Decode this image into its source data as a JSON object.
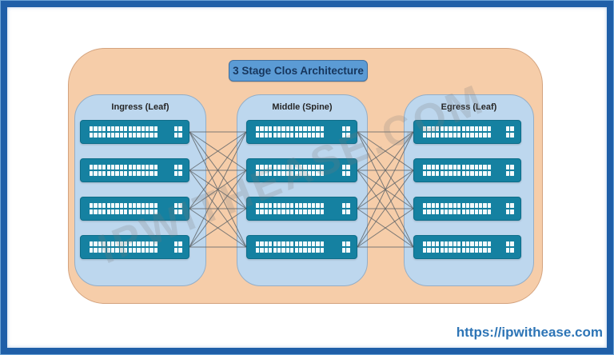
{
  "title": "3 Stage Clos Architecture",
  "watermark": "IPWITHEASE.COM",
  "footer": {
    "url": "https://ipwithease.com"
  },
  "columns": [
    {
      "id": "ingress",
      "label": "Ingress (Leaf)",
      "devices": 4,
      "device_icon": "network-switch-icon"
    },
    {
      "id": "middle",
      "label": "Middle (Spine)",
      "devices": 4,
      "device_icon": "network-switch-icon"
    },
    {
      "id": "egress",
      "label": "Egress (Leaf)",
      "devices": 4,
      "device_icon": "network-switch-icon"
    }
  ],
  "connections": [
    {
      "from": "ingress",
      "to": "middle",
      "topology": "full-mesh"
    },
    {
      "from": "middle",
      "to": "egress",
      "topology": "full-mesh"
    }
  ],
  "colors": {
    "frame_border": "#1f5fa8",
    "frame_rim": "#6ba3d6",
    "stage_background": "#f6cda9",
    "panel_background": "#bdd7ee",
    "device_background": "#1581a1",
    "port_color": "#f3fafc",
    "title_background": "#5b9bd5",
    "title_text": "#17365d",
    "connection_line": "#5e6468",
    "url_text": "#2e75b6"
  }
}
